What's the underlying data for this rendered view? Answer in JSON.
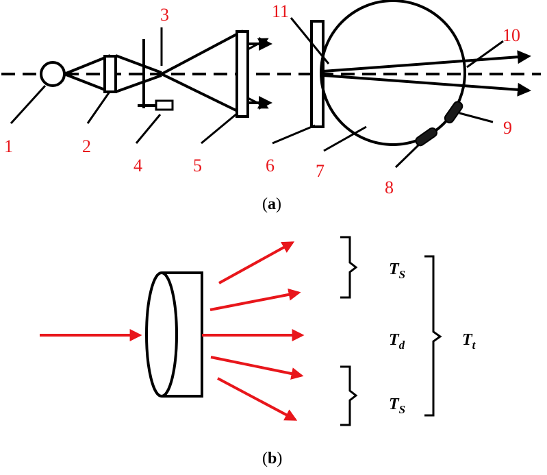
{
  "panel_a": {
    "caption_open": "(",
    "caption_letter": "a",
    "caption_close": ")",
    "labels": [
      "1",
      "2",
      "3",
      "4",
      "5",
      "6",
      "7",
      "8",
      "9",
      "10",
      "11"
    ]
  },
  "panel_b": {
    "caption_open": "(",
    "caption_letter": "b",
    "caption_close": ")",
    "Ts_top": {
      "main": "T",
      "sub": "S"
    },
    "Td": {
      "main": "T",
      "sub": "d"
    },
    "Ts_bottom": {
      "main": "T",
      "sub": "S"
    },
    "Tt": {
      "main": "T",
      "sub": "t"
    }
  },
  "colors": {
    "line": "#000000",
    "label": "#e8161b",
    "arrow": "#e8161b"
  }
}
